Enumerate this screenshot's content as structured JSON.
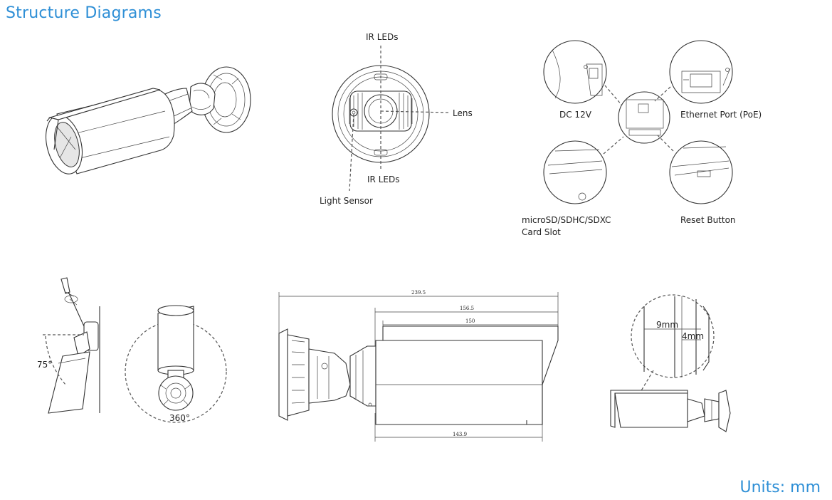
{
  "page": {
    "title": "Structure Diagrams",
    "units": "Units: mm",
    "accent_color": "#2e8fd6"
  },
  "front_view": {
    "labels": {
      "ir_leds_top": "IR LEDs",
      "lens": "Lens",
      "ir_leds_bottom": "IR LEDs",
      "light_sensor": "Light Sensor"
    }
  },
  "ports_view": {
    "labels": {
      "dc": "DC 12V",
      "ethernet": "Ethernet Port (PoE)",
      "sd_line1": "microSD/SDHC/SDXC",
      "sd_line2": "Card Slot",
      "reset": "Reset Button"
    }
  },
  "installation": {
    "tilt_angle": "75°",
    "pan_angle": "360°"
  },
  "dimensions": {
    "total_length": "239.5",
    "body_length": "156.5",
    "hood_length": "150",
    "bottom_length": "143.9",
    "hood_offset": "9mm",
    "hood_offset_small": "4mm"
  }
}
